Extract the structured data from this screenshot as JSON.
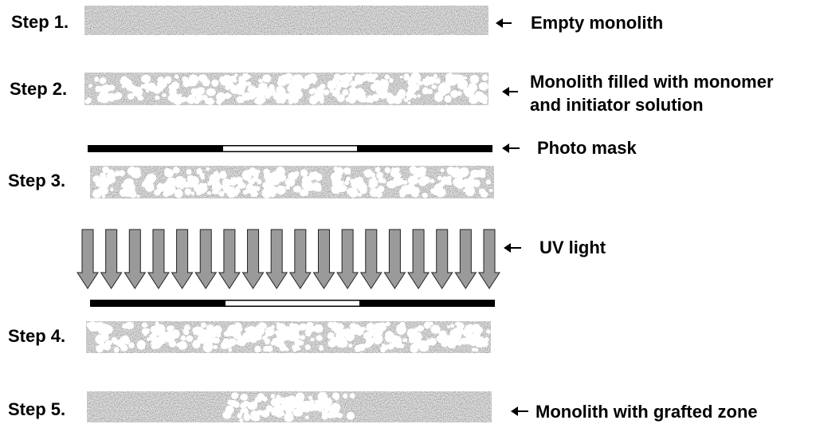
{
  "steps": [
    {
      "label": "Step 1."
    },
    {
      "label": "Step 2."
    },
    {
      "label": "Step 3."
    },
    {
      "label": "Step 4."
    },
    {
      "label": "Step 5."
    }
  ],
  "annotations": {
    "empty_monolith": "Empty monolith",
    "filled_line1": "Monolith filled with monomer",
    "filled_line2": "and initiator solution",
    "photo_mask": "Photo mask",
    "uv_light": "UV light",
    "grafted_zone": "Monolith with grafted zone"
  },
  "colors": {
    "text": "#000000",
    "uv_arrow_fill": "#9a9a9a",
    "mask_dark": "#000000",
    "mask_window": "#ffffff"
  }
}
